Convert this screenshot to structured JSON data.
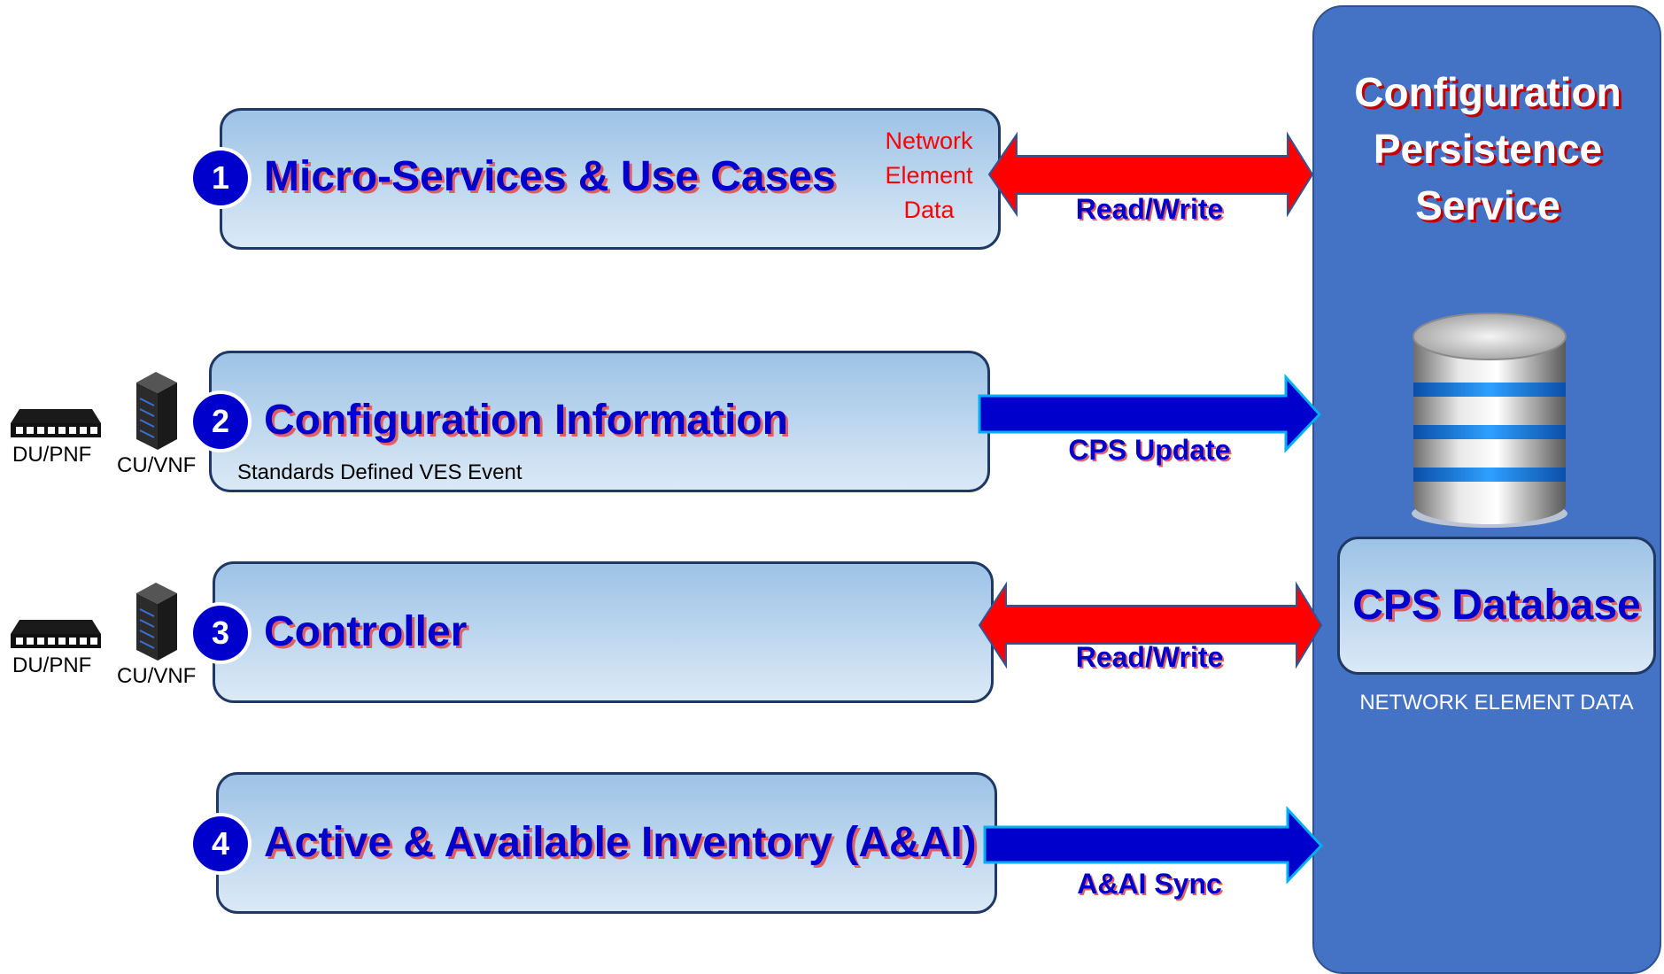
{
  "panel": {
    "title_lines": [
      "Configuration",
      "Persistence",
      "Service"
    ],
    "db_label": "CPS Database",
    "db_caption": "NETWORK ELEMENT DATA"
  },
  "rows": [
    {
      "number": "1",
      "title": "Micro-Services & Use Cases",
      "note": "Network Element Data",
      "note_lines": [
        "Network",
        "Element",
        "Data"
      ],
      "arrow_label": "Read/Write",
      "arrow_color": "#ff0000",
      "arrow_type": "bidirectional"
    },
    {
      "number": "2",
      "title": "Configuration Information",
      "subtitle": "Standards Defined VES Event",
      "arrow_label": "CPS Update",
      "arrow_color": "#0000cc",
      "arrow_type": "right"
    },
    {
      "number": "3",
      "title": "Controller",
      "arrow_label": "Read/Write",
      "arrow_color": "#ff0000",
      "arrow_type": "bidirectional"
    },
    {
      "number": "4",
      "title": "Active & Available Inventory (A&AI)",
      "arrow_label": "A&AI Sync",
      "arrow_color": "#0000cc",
      "arrow_type": "right"
    }
  ],
  "devices": {
    "du_label": "DU/PNF",
    "cu_label": "CU/VNF"
  }
}
